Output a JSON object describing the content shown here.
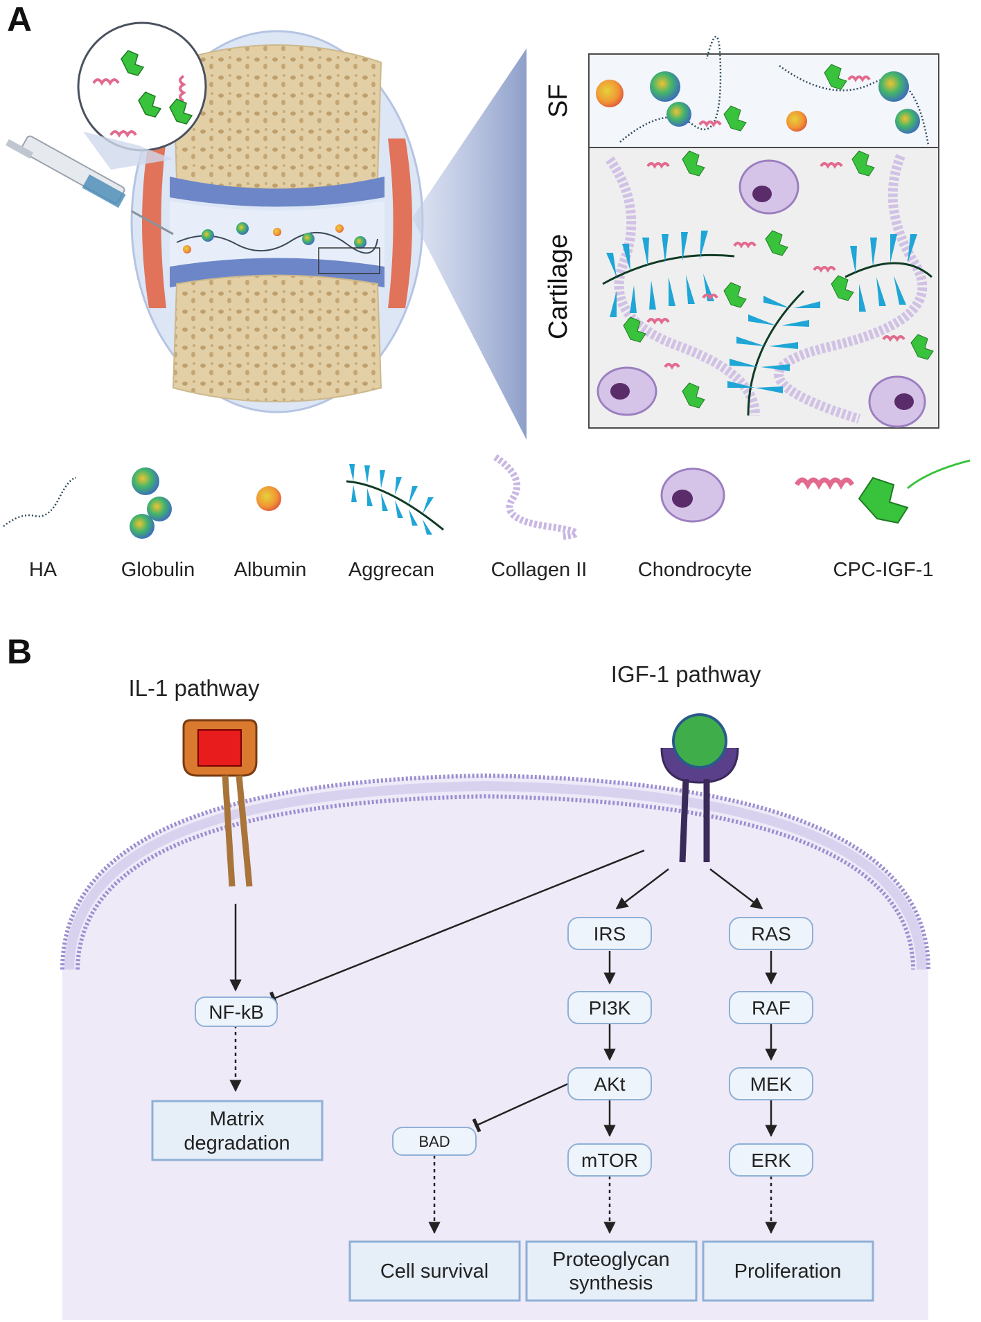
{
  "panels": {
    "a": "A",
    "b": "B"
  },
  "panel_a": {
    "zoom_labels": {
      "synovial_fluid": "SF",
      "cartilage": "Cartilage"
    },
    "legend": [
      "HA",
      "Globulin",
      "Albumin",
      "Aggrecan",
      "Collagen II",
      "Chondrocyte",
      "CPC-IGF-1"
    ]
  },
  "panel_b": {
    "il1_title": "IL-1 pathway",
    "igf1_title": "IGF-1 pathway",
    "nodes": {
      "nfkb": "NF-kB",
      "irs": "IRS",
      "pi3k": "PI3K",
      "akt": "AKt",
      "mtor": "mTOR",
      "bad": "BAD",
      "ras": "RAS",
      "raf": "RAF",
      "mek": "MEK",
      "erk": "ERK"
    },
    "outcomes": {
      "matrix_line1": "Matrix",
      "matrix_line2": "degradation",
      "cell_survival": "Cell survival",
      "proteo_line1": "Proteoglycan",
      "proteo_line2": "synthesis",
      "proliferation": "Proliferation"
    }
  },
  "colors": {
    "bone": "#e3cfa6",
    "cartilage_blue": "#6c86c8",
    "synovium_red": "#e0735a",
    "membrane_purple": "#9b8fd0",
    "cell_interior": "#eeeaf8",
    "node_fill": "#eef4fb",
    "node_border": "#8fb0d6",
    "aggrecan_blue": "#1fa6d6",
    "protein_green": "#39c23c",
    "helix_pink": "#e26a8e"
  }
}
